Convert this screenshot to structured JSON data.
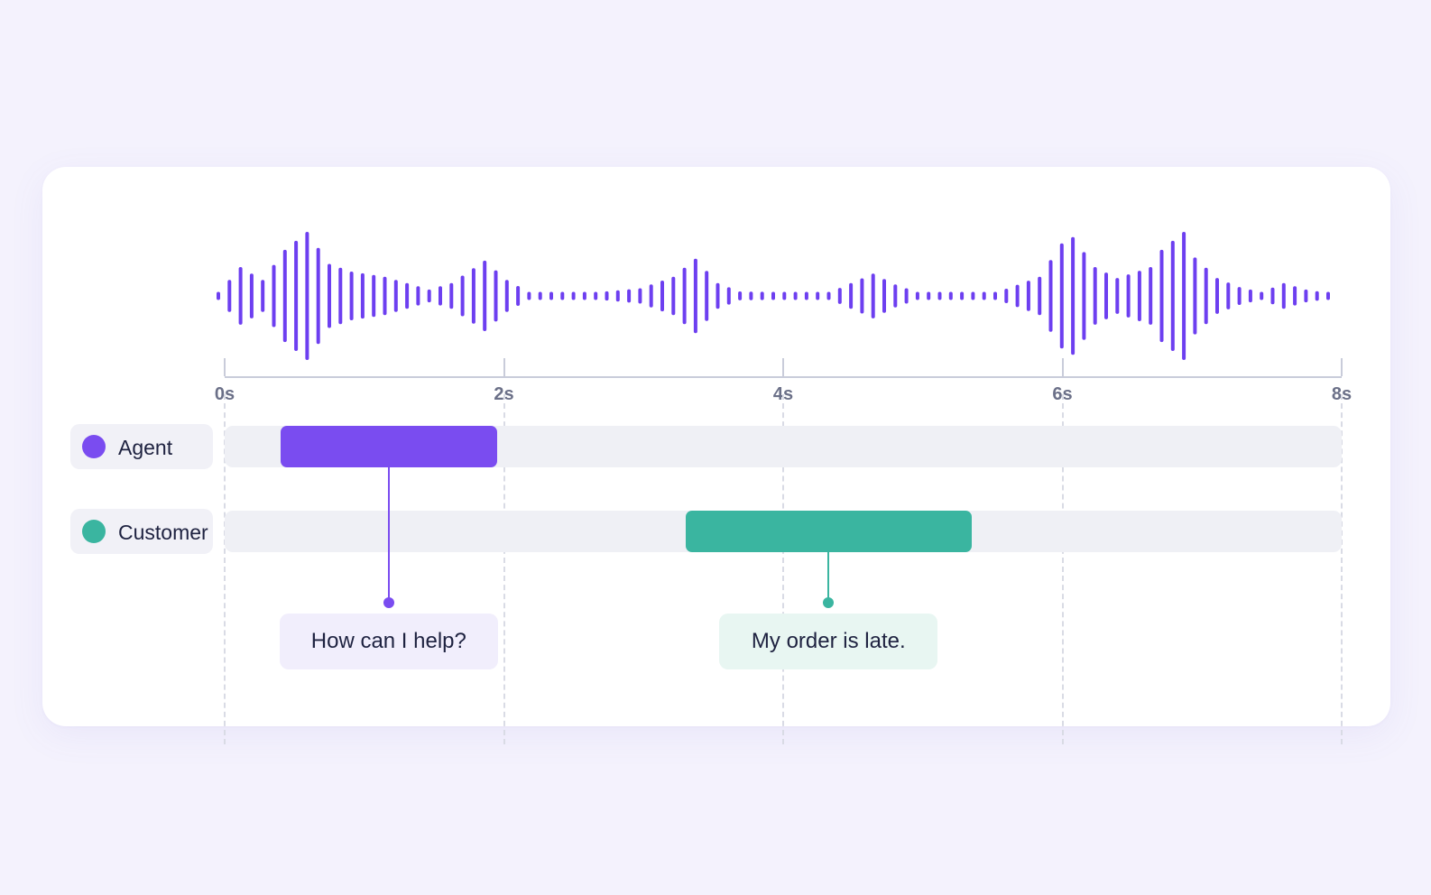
{
  "colors": {
    "agent": "#7a4cf0",
    "customer": "#3ab5a0",
    "waveform": "#6d3ff0",
    "agent_callout_bg": "#f1eefc",
    "customer_callout_bg": "#e8f6f2"
  },
  "timeline": {
    "unit": "s",
    "duration": 8,
    "ticks": [
      {
        "value": 0,
        "label": "0s"
      },
      {
        "value": 2,
        "label": "2s"
      },
      {
        "value": 4,
        "label": "4s"
      },
      {
        "value": 6,
        "label": "6s"
      },
      {
        "value": 8,
        "label": "8s"
      }
    ]
  },
  "speakers": [
    {
      "id": "agent",
      "label": "Agent",
      "start": 0.4,
      "end": 1.95,
      "utterance": "How can I help?"
    },
    {
      "id": "customer",
      "label": "Customer",
      "start": 3.3,
      "end": 5.35,
      "utterance": "My order is late."
    }
  ],
  "waveform": {
    "bar_count": 101,
    "envelope": [
      [
        0,
        0.05
      ],
      [
        2,
        0.45
      ],
      [
        4,
        0.25
      ],
      [
        6,
        0.72
      ],
      [
        8,
        1.0
      ],
      [
        10,
        0.5
      ],
      [
        12,
        0.38
      ],
      [
        15,
        0.3
      ],
      [
        17,
        0.2
      ],
      [
        19,
        0.1
      ],
      [
        21,
        0.2
      ],
      [
        24,
        0.55
      ],
      [
        26,
        0.25
      ],
      [
        28,
        0.06
      ],
      [
        33,
        0.04
      ],
      [
        38,
        0.12
      ],
      [
        41,
        0.3
      ],
      [
        43,
        0.58
      ],
      [
        45,
        0.2
      ],
      [
        47,
        0.07
      ],
      [
        55,
        0.05
      ],
      [
        59,
        0.35
      ],
      [
        61,
        0.18
      ],
      [
        63,
        0.06
      ],
      [
        70,
        0.05
      ],
      [
        74,
        0.3
      ],
      [
        76,
        0.82
      ],
      [
        77,
        0.92
      ],
      [
        79,
        0.45
      ],
      [
        81,
        0.28
      ],
      [
        84,
        0.45
      ],
      [
        85,
        0.72
      ],
      [
        87,
        1.0
      ],
      [
        88,
        0.6
      ],
      [
        90,
        0.28
      ],
      [
        92,
        0.14
      ],
      [
        94,
        0.06
      ],
      [
        96,
        0.2
      ],
      [
        98,
        0.1
      ],
      [
        100,
        0.05
      ]
    ]
  }
}
